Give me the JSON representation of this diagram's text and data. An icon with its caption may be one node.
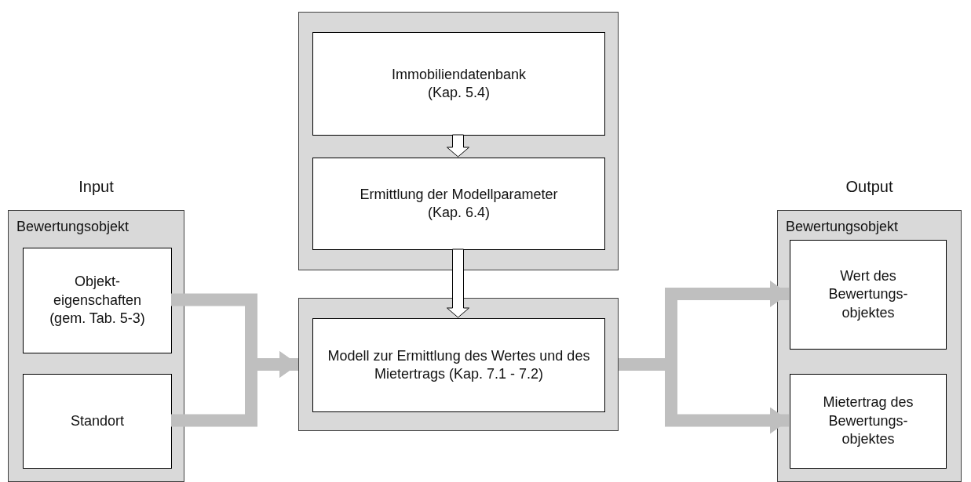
{
  "diagram": {
    "nodes": [
      {
        "text": [
          "Input",
          "Bewertungsobjekt"
        ]
      },
      {
        "text": [
          "Objekt- eigenschaften (gem. Tab. 5-3)"
        ],
        "in": 0
      },
      {
        "text": [
          "Standort"
        ],
        "in": 0
      },
      {
        "text": [],
        "shape": "box"
      },
      {
        "text": [
          "Immobiliendatenbank (Kap. 5.4)"
        ],
        "in": 3
      },
      {
        "text": [
          "Ermittlung der Modellparameter (Kap. 6.4)"
        ],
        "in": 3
      },
      {
        "text": [],
        "shape": "box"
      },
      {
        "text": [
          "Modell zur Ermittlung des Wertes und des Mietertrags (Kap. 7.1 - 7.2)"
        ],
        "in": 6
      },
      {
        "text": [
          "Output",
          "Bewertungsobjekt"
        ]
      },
      {
        "text": [
          "Wert des Bewertungs- objektes"
        ],
        "in": 8
      },
      {
        "text": [
          "Mietertrag des Bewertungs- objektes"
        ],
        "in": 8
      }
    ],
    "edges": [
      {
        "from": 4,
        "to": 5,
        "arrow": "to",
        "color": "#ffffff"
      },
      {
        "from": 5,
        "to": 7,
        "arrow": "to",
        "color": "#ffffff"
      },
      {
        "from": 1,
        "to": 6,
        "arrow": "to"
      },
      {
        "from": 2,
        "to": 6,
        "arrow": "to"
      },
      {
        "from": 6,
        "to": 9,
        "arrow": "to"
      },
      {
        "from": 6,
        "to": 10,
        "arrow": "to"
      }
    ]
  }
}
